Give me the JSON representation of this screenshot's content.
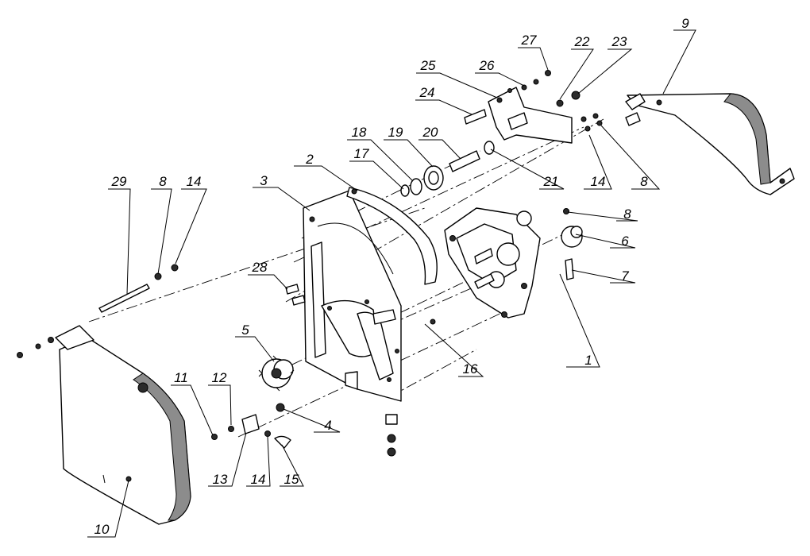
{
  "callouts": {
    "c1": "1",
    "c2": "2",
    "c3": "3",
    "c4": "4",
    "c5": "5",
    "c6": "6",
    "c7": "7",
    "c8a": "8",
    "c8b": "8",
    "c8c": "8",
    "c9": "9",
    "c10": "10",
    "c11": "11",
    "c12": "12",
    "c13": "13",
    "c14a": "14",
    "c14b": "14",
    "c14c": "14",
    "c15": "15",
    "c16": "16",
    "c17": "17",
    "c18": "18",
    "c19": "19",
    "c20": "20",
    "c21": "21",
    "c22": "22",
    "c23": "23",
    "c24": "24",
    "c25": "25",
    "c26": "26",
    "c27": "27",
    "c28": "28",
    "c29": "29"
  }
}
